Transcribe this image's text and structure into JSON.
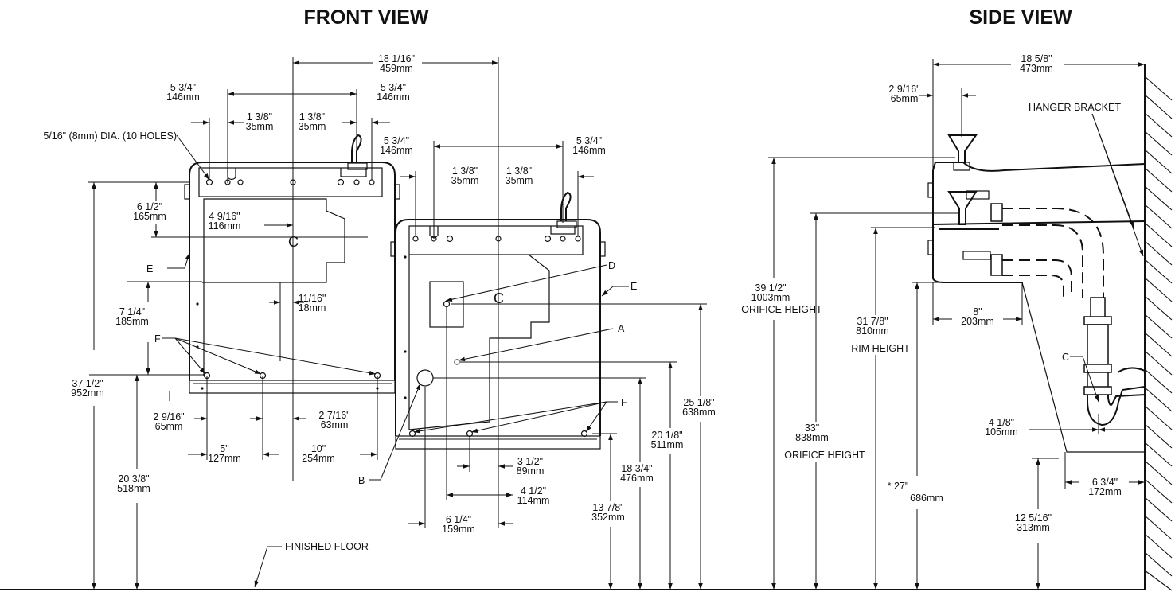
{
  "titles": {
    "front": "FRONT VIEW",
    "side": "SIDE VIEW"
  },
  "front_dims": {
    "overall_width": [
      "18 1/16\"",
      "459mm"
    ],
    "upper_left_top": [
      "5 3/4\"",
      "146mm"
    ],
    "upper_right_top": [
      "5 3/4\"",
      "146mm"
    ],
    "upper_left_slot": [
      "1 3/8\"",
      "35mm"
    ],
    "upper_right_slot": [
      "1 3/8\"",
      "35mm"
    ],
    "holes_note": "5/16\" (8mm) DIA. (10 HOLES)",
    "lower_left_top": [
      "5 3/4\"",
      "146mm"
    ],
    "lower_right_top": [
      "5 3/4\"",
      "146mm"
    ],
    "lower_left_slot": [
      "1 3/8\"",
      "35mm"
    ],
    "lower_right_slot": [
      "1 3/8\"",
      "35mm"
    ],
    "bracket_drop": [
      "6 1/2\"",
      "165mm"
    ],
    "bracket_offset": [
      "4 9/16\"",
      "116mm"
    ],
    "offset_11_16": [
      "11/16\"",
      "18mm"
    ],
    "height_7_1_4": [
      "7 1/4\"",
      "185mm"
    ],
    "overall_37_1_2": [
      "37 1/2\"",
      "952mm"
    ],
    "edge_2_9_16": [
      "2 9/16\"",
      "65mm"
    ],
    "center_2_7_16": [
      "2 7/16\"",
      "63mm"
    ],
    "space_5": [
      "5\"",
      "127mm"
    ],
    "space_10": [
      "10\"",
      "254mm"
    ],
    "height_20_3_8": [
      "20 3/8\"",
      "518mm"
    ],
    "space_3_1_2": [
      "3 1/2\"",
      "89mm"
    ],
    "space_4_1_2": [
      "4 1/2\"",
      "114mm"
    ],
    "space_6_1_4": [
      "6 1/4\"",
      "159mm"
    ],
    "height_25_1_8": [
      "25 1/8\"",
      "638mm"
    ],
    "height_20_1_8": [
      "20 1/8\"",
      "511mm"
    ],
    "height_18_3_4": [
      "18 3/4\"",
      "476mm"
    ],
    "height_13_7_8": [
      "13 7/8\"",
      "352mm"
    ],
    "finished_floor": "FINISHED FLOOR"
  },
  "side_dims": {
    "depth": [
      "18 5/8\"",
      "473mm"
    ],
    "bubbler_offset": [
      "2 9/16\"",
      "65mm"
    ],
    "hanger_bracket": "HANGER BRACKET",
    "orifice_high": [
      "39 1/2\"",
      "1003mm"
    ],
    "orifice_high_label": "ORIFICE HEIGHT",
    "rim": [
      "31 7/8\"",
      "810mm"
    ],
    "rim_label": "RIM HEIGHT",
    "depth_8": [
      "8\"",
      "203mm"
    ],
    "orifice_low": [
      "33\"",
      "838mm"
    ],
    "orifice_low_label": "ORIFICE HEIGHT",
    "knee": [
      "* 27\"",
      "686mm"
    ],
    "trap_offset": [
      "4 1/8\"",
      "105mm"
    ],
    "wall_offset": [
      "6 3/4\"",
      "172mm"
    ],
    "trap_height": [
      "12 5/16\"",
      "313mm"
    ]
  },
  "callouts": {
    "A": "A",
    "B": "B",
    "C": "C",
    "D": "D",
    "E": "E",
    "F": "F",
    "CL": "C"
  }
}
